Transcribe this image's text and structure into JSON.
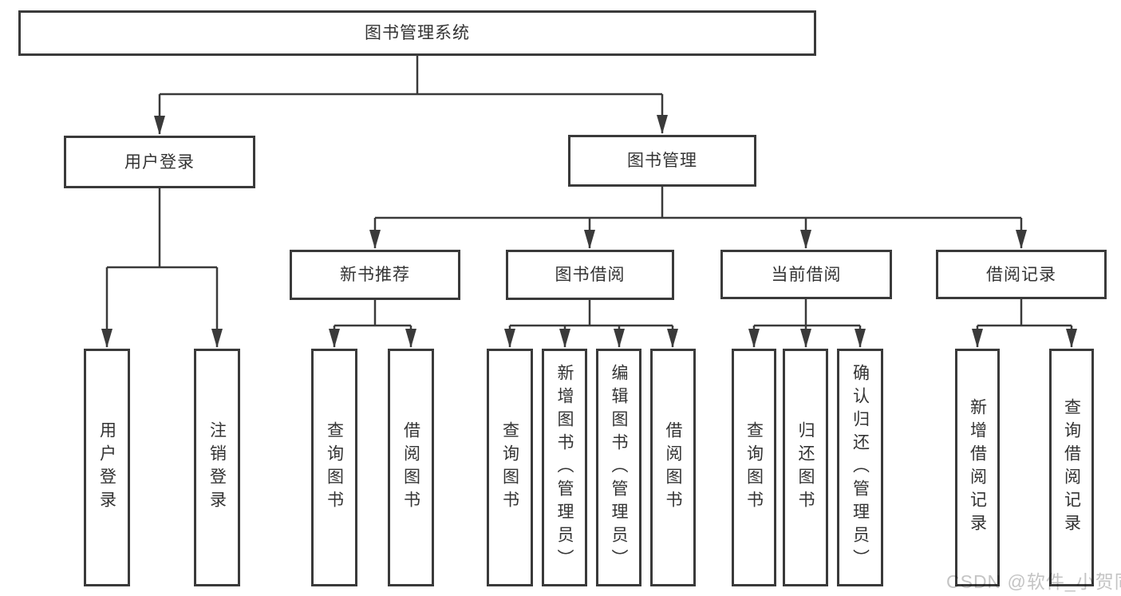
{
  "diagram": {
    "type": "hierarchy-tree",
    "root": {
      "label": "图书管理系统"
    },
    "branches": [
      {
        "label": "用户登录",
        "children": [
          {
            "label": "用户登录"
          },
          {
            "label": "注销登录"
          }
        ]
      },
      {
        "label": "图书管理",
        "children": [
          {
            "label": "新书推荐",
            "children": [
              {
                "label": "查询图书"
              },
              {
                "label": "借阅图书"
              }
            ]
          },
          {
            "label": "图书借阅",
            "children": [
              {
                "label": "查询图书"
              },
              {
                "label": "新增图书（管理员）"
              },
              {
                "label": "编辑图书（管理员）"
              },
              {
                "label": "借阅图书"
              }
            ]
          },
          {
            "label": "当前借阅",
            "children": [
              {
                "label": "查询图书"
              },
              {
                "label": "归还图书"
              },
              {
                "label": "确认归还（管理员）"
              }
            ]
          },
          {
            "label": "借阅记录",
            "children": [
              {
                "label": "新增借阅记录"
              },
              {
                "label": "查询借阅记录"
              }
            ]
          }
        ]
      }
    ]
  },
  "watermark": {
    "text": "CSDN @软件_小贺同学"
  },
  "colors": {
    "line": "#3a3a3a",
    "text": "#333333",
    "box_fill": "#ffffff",
    "watermark": "#c4c4c4"
  }
}
